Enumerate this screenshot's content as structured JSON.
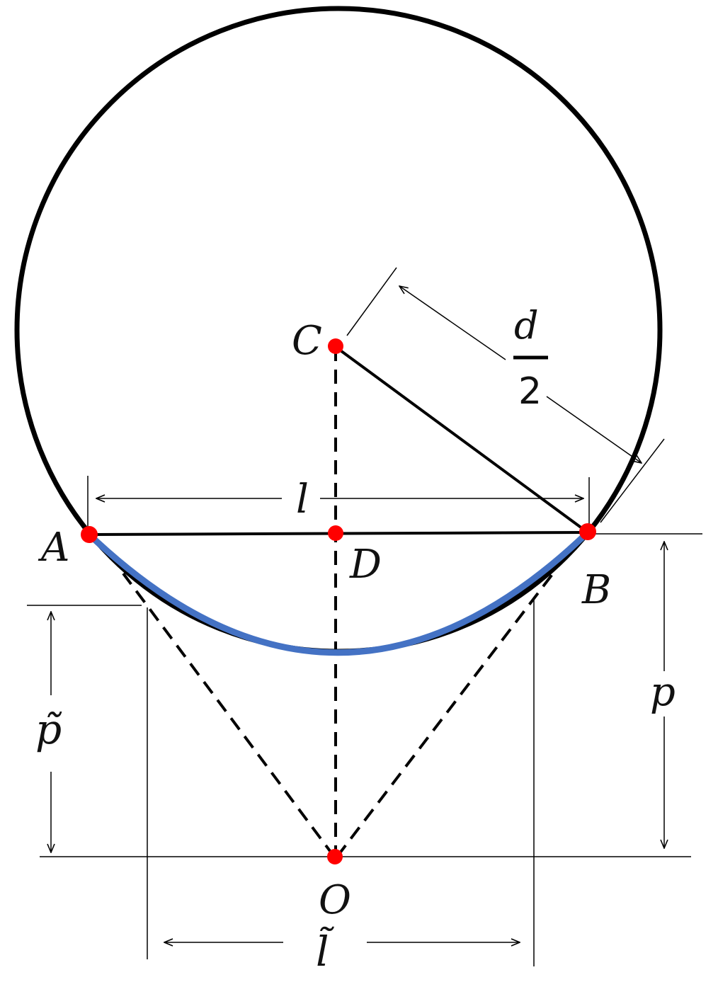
{
  "labels": {
    "A": "A",
    "B": "B",
    "C": "C",
    "D": "D",
    "O": "O",
    "l": "l",
    "l_tilde": "l̃",
    "p": "p",
    "p_tilde": "p̃",
    "d_numerator": "d",
    "d_denominator": "2"
  },
  "colors": {
    "outline": "#000000",
    "arc": "#4472c4",
    "point": "#ff0000"
  }
}
